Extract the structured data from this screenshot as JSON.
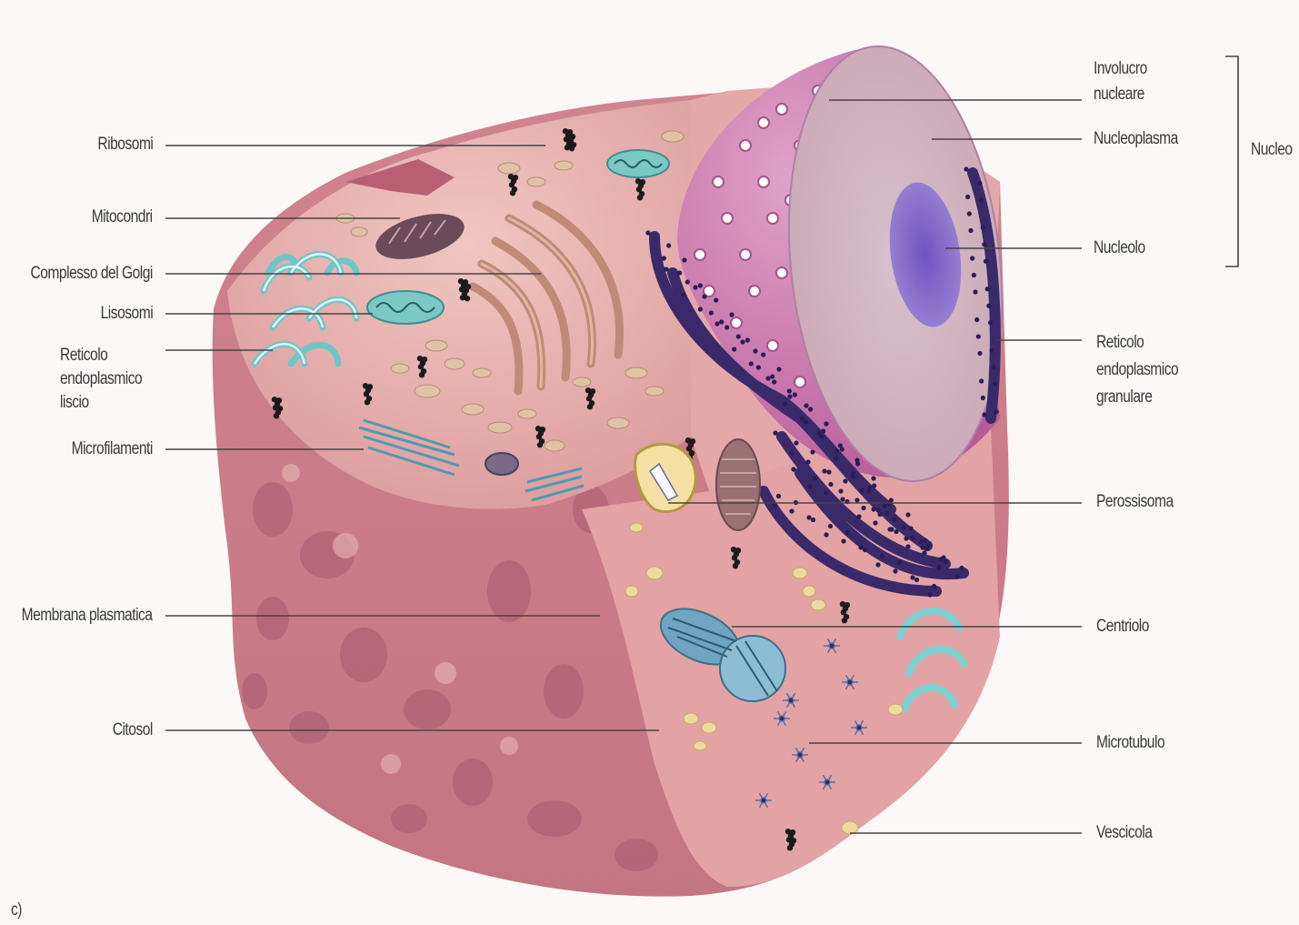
{
  "labels_left": {
    "ribosomi": "Ribosomi",
    "mitocondri": "Mitocondri",
    "golgi": "Complesso del Golgi",
    "lisosomi": "Lisosomi",
    "rel": "Reticolo\nendoplasmico\nliscio",
    "microfilamenti": "Microfilamenti",
    "membrana": "Membrana plasmatica",
    "citosol": "Citosol"
  },
  "labels_right": {
    "involucro": "Involucro\nnucleare",
    "nucleoplasma": "Nucleoplasma",
    "nucleolo": "Nucleolo",
    "nucleo_group": "Nucleo",
    "rer": "Reticolo\nendoplasmico\ngranulare",
    "perossisoma": "Perossisoma",
    "centriolo": "Centriolo",
    "microtubulo": "Microtubulo",
    "vescicola": "Vescicola"
  },
  "panel_letter": "c)",
  "colors": {
    "cytoplasm": "#e6a6a3",
    "cytoplasm_top": "#efc2bd",
    "membrane_dark": "#b5616f",
    "nucleus_shell": "#c86aa2",
    "nucleoplasm": "#d9b6bd",
    "nucleolus": "#8a6cc9",
    "rer": "#3a2a6a",
    "ser": "#7fd0d0"
  }
}
